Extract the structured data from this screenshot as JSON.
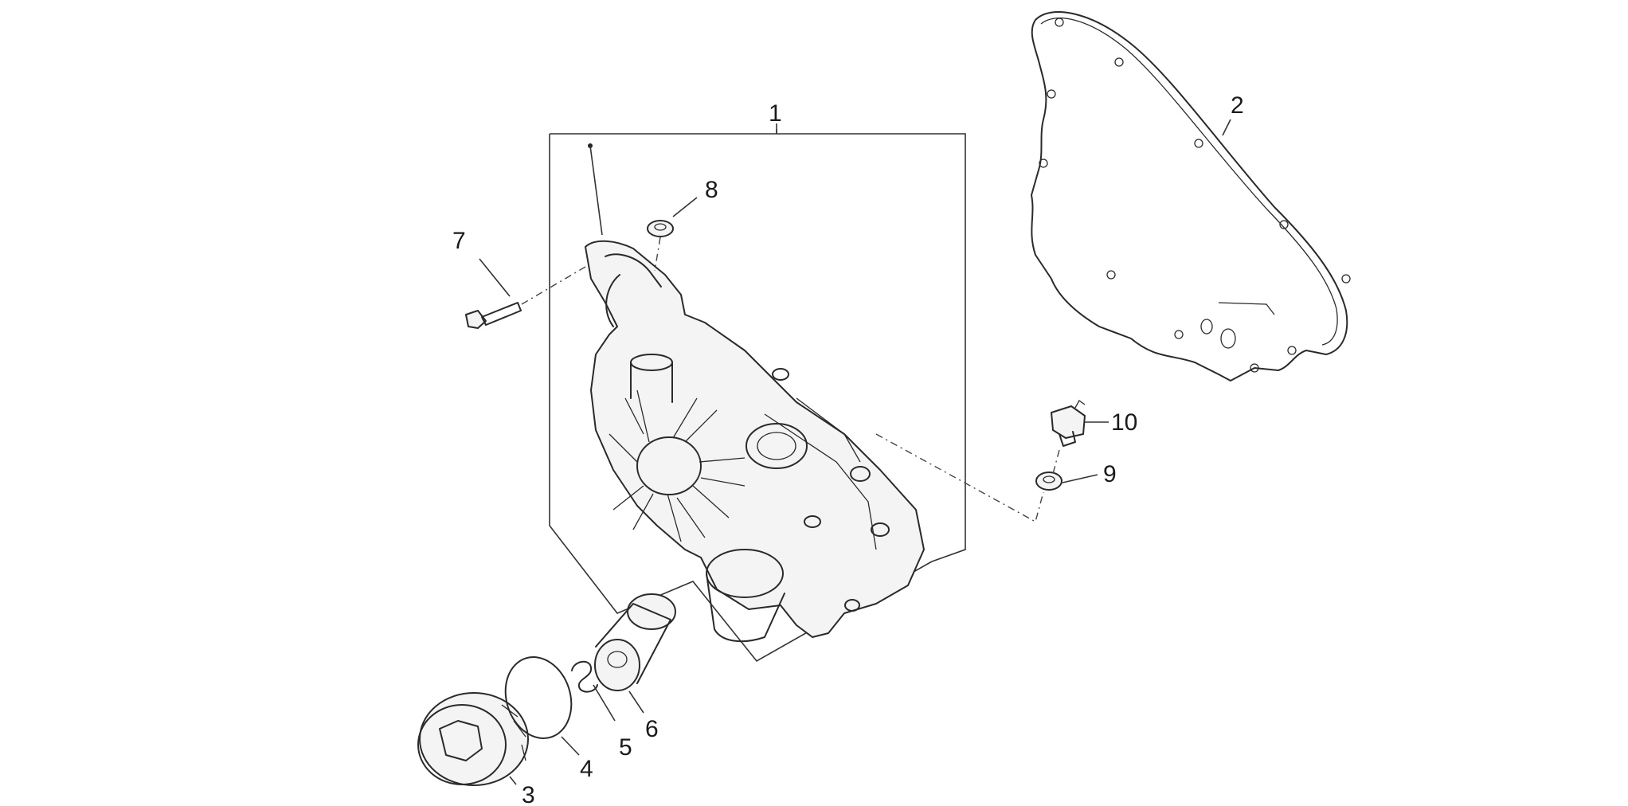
{
  "callouts": {
    "c1": "1",
    "c2": "2",
    "c3": "3",
    "c4": "4",
    "c5": "5",
    "c6": "6",
    "c7": "7",
    "c8": "8",
    "c9": "9",
    "c10": "10"
  },
  "colors": {
    "stroke": "#2a2a2a",
    "background": "#ffffff"
  }
}
